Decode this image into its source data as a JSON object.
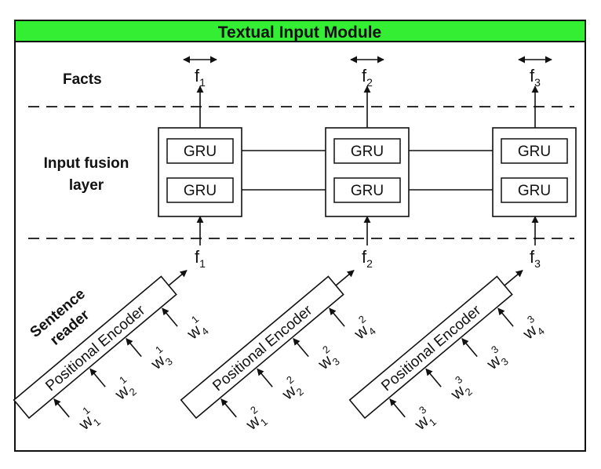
{
  "title": "Textual Input Module",
  "colors": {
    "header": "#33ee33",
    "stroke": "#111111",
    "background": "#ffffff"
  },
  "row_labels": {
    "facts": "Facts",
    "fusion_line1": "Input fusion",
    "fusion_line2": "layer",
    "reader_line1": "Sentence",
    "reader_line2": "reader"
  },
  "gru_label": "GRU",
  "encoder_label": "Positional Encoder",
  "fact_symbol": "f",
  "word_symbol": "w",
  "facts": [
    {
      "index": "1"
    },
    {
      "index": "2"
    },
    {
      "index": "3"
    }
  ],
  "sentences": [
    {
      "sentence": "1",
      "words": [
        "1",
        "2",
        "3",
        "4"
      ]
    },
    {
      "sentence": "2",
      "words": [
        "1",
        "2",
        "3",
        "4"
      ]
    },
    {
      "sentence": "3",
      "words": [
        "1",
        "2",
        "3",
        "4"
      ]
    }
  ],
  "icons": {
    "bidirectional": "double-headed-arrow-icon"
  }
}
